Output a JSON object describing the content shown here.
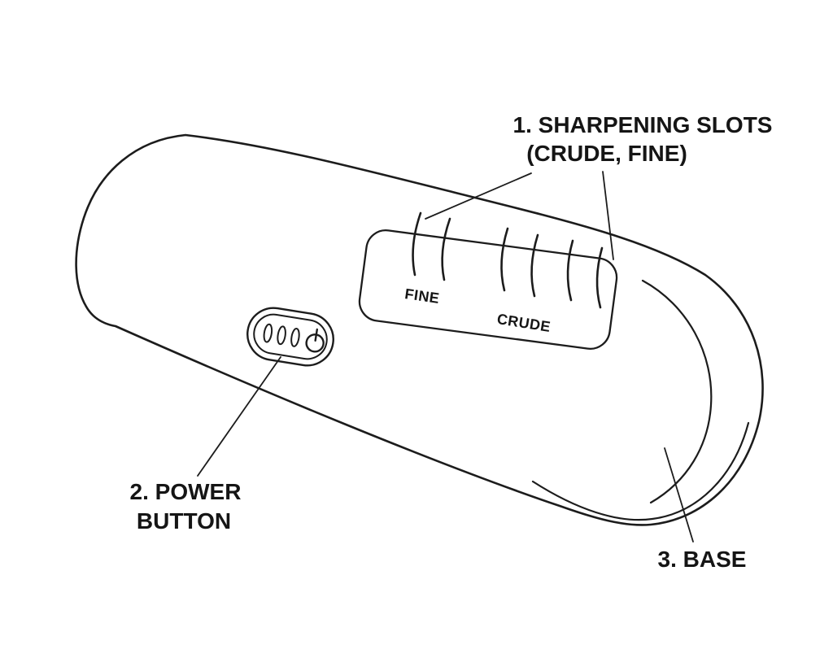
{
  "colors": {
    "line": "#1c1c1c",
    "text": "#151515",
    "background": "#ffffff"
  },
  "callouts": {
    "sharpening_slots": {
      "line1": "1. SHARPENING SLOTS",
      "line2": "(CRUDE, FINE)"
    },
    "power_button": {
      "line1": "2. POWER",
      "line2": "BUTTON"
    },
    "base": {
      "label": "3. BASE"
    }
  },
  "device_markings": {
    "fine_slot": "FINE",
    "crude_slot": "CRUDE"
  }
}
